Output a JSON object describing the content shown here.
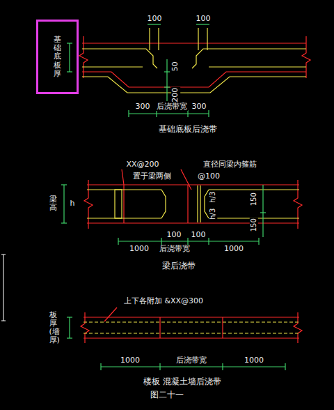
{
  "diagram": {
    "caption": "图二十一",
    "nodes": [
      {
        "text": [
          "基础底板厚"
        ]
      }
    ],
    "labels": [
      "100",
      "100",
      "50",
      "200",
      "300",
      "后浇带宽",
      "300",
      "基础底板后浇带",
      "XX@200",
      "置于梁两侧",
      "直径同梁内箍筋",
      "@100",
      "梁高",
      "h",
      "h/3",
      "h/3",
      "150",
      "150",
      "100",
      "100",
      "1000",
      "后浇带宽",
      "1000",
      "梁后浇带",
      "上下各附加 &XX@300",
      "板厚(墙厚)",
      "1000",
      "后浇带宽",
      "1000",
      "楼板 混凝土墙后浇带"
    ]
  }
}
